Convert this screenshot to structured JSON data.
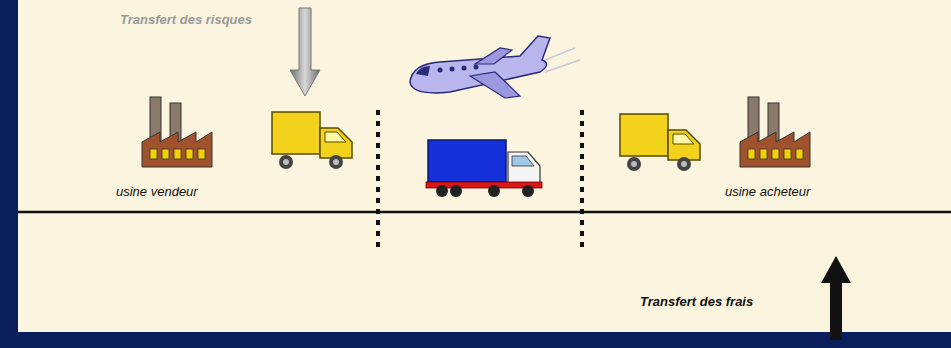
{
  "diagram": {
    "labels": [
      "Transfert des risques",
      "usine vendeur",
      "usine acheteur",
      "Transfert des frais"
    ]
  }
}
